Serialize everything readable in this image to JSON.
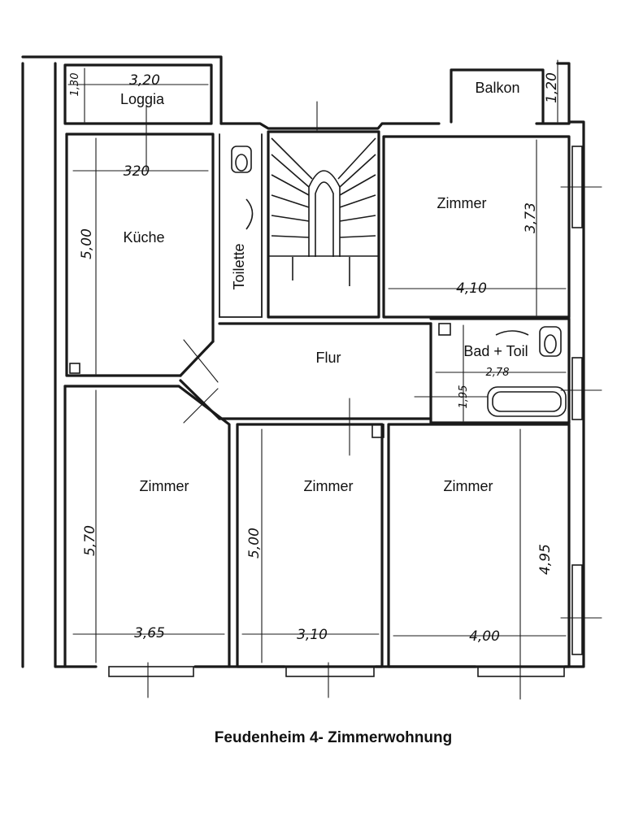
{
  "caption": "Feudenheim 4- Zimmerwohnung",
  "rooms": {
    "loggia": "Loggia",
    "balkon": "Balkon",
    "kueche": "Küche",
    "toilette": "Toilette",
    "zimmer_top_right": "Zimmer",
    "flur": "Flur",
    "bad": "Bad + Toil",
    "zimmer_bottom_left": "Zimmer",
    "zimmer_bottom_middle": "Zimmer",
    "zimmer_bottom_right": "Zimmer"
  },
  "dimensions": {
    "loggia_width": "3,20",
    "loggia_depth": "1,30",
    "balkon_depth": "1,20",
    "kueche_width": "320",
    "kueche_length": "5,00",
    "zimmer_top_right_length": "3,73",
    "zimmer_top_right_width": "4,10",
    "bad_width": "2,78",
    "bad_depth": "1,95",
    "zimmer_bl_length": "5,70",
    "zimmer_bl_width": "3,65",
    "zimmer_bm_length": "5,00",
    "zimmer_bm_width": "3,10",
    "zimmer_br_length": "4,95",
    "zimmer_br_width": "4,00"
  }
}
